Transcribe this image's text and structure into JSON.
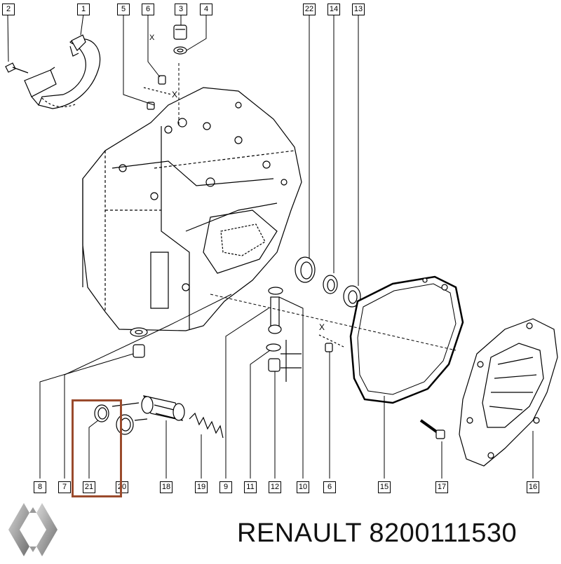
{
  "brand": {
    "text": "RENAULT 8200111530",
    "logo_name": "renault-diamond-logo"
  },
  "callouts": {
    "c1": "1",
    "c2": "2",
    "c3": "3",
    "c4": "4",
    "c5": "5",
    "c6": "6",
    "c22": "22",
    "c14": "14",
    "c13": "13",
    "c8": "8",
    "c7": "7",
    "c21": "21",
    "c20": "20",
    "c18": "18",
    "c19": "19",
    "c9": "9",
    "c11": "11",
    "c12": "12",
    "c10": "10",
    "c6b": "6",
    "c15": "15",
    "c17": "17",
    "c16": "16"
  },
  "dimension_marks": {
    "x1": "X",
    "x2": "X",
    "x3": "X"
  },
  "colors": {
    "highlight": "#9a4a2c",
    "line": "#000000"
  }
}
